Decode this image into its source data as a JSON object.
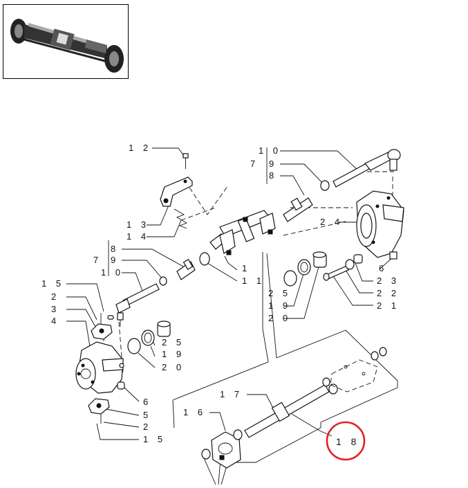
{
  "thumbnail": {
    "icon": "axle-assembly-icon"
  },
  "labels": [
    "1 2",
    "1 3",
    "1 4",
    "1 0",
    "7",
    "9",
    "8",
    "2 4",
    "1",
    "1 1",
    "2 5",
    "1 9",
    "2 0",
    "2 3",
    "2 2",
    "2 1",
    "6",
    "8",
    "7",
    "9",
    "1 0",
    "1 5",
    "2",
    "3",
    "4",
    "2 5",
    "1 9",
    "2 0",
    "6",
    "5",
    "2",
    "1 5",
    "1 7",
    "1 6",
    "1 8"
  ],
  "highlight": {
    "label_index": 34,
    "color": "#e0202a"
  }
}
